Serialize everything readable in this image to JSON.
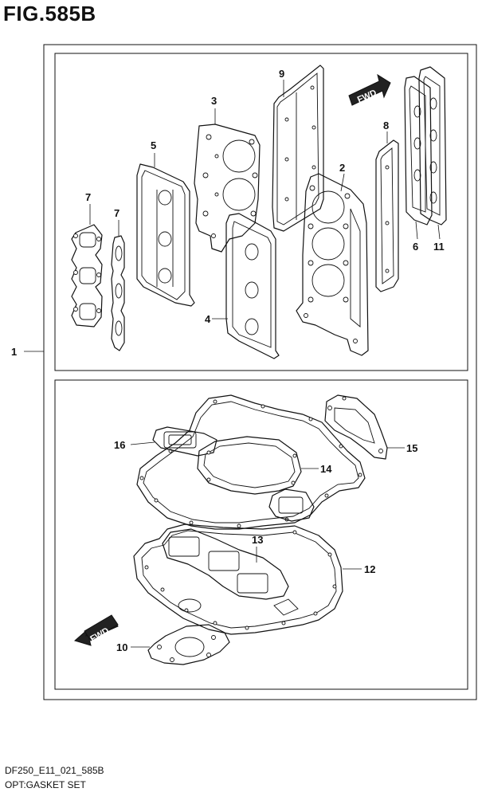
{
  "figure": {
    "title": "FIG.585B",
    "model_code": "DF250_E11_021_585B",
    "name": "OPT:GASKET SET"
  },
  "fwd_label": "FWD",
  "callouts": {
    "c1": "1",
    "c2": "2",
    "c3": "3",
    "c4": "4",
    "c5": "5",
    "c6": "6",
    "c7a": "7",
    "c7b": "7",
    "c8": "8",
    "c9": "9",
    "c10": "10",
    "c11": "11",
    "c12": "12",
    "c13": "13",
    "c14": "14",
    "c15": "15",
    "c16": "16"
  }
}
